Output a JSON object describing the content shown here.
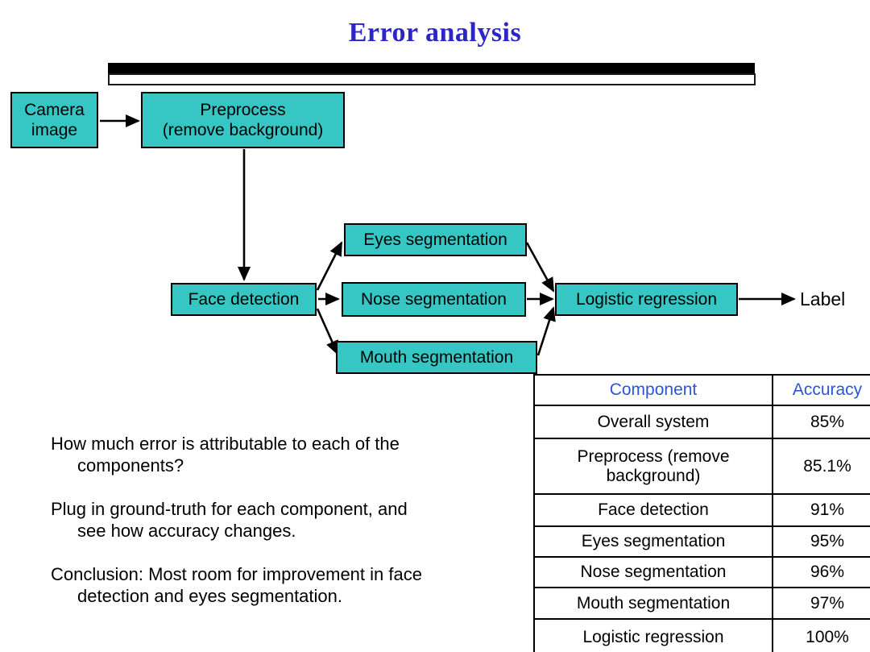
{
  "slide": {
    "title": "Error analysis"
  },
  "colors": {
    "node_fill": "#36c7c5",
    "node_border": "#000000",
    "title_text": "#2c26c9",
    "table_header_text": "#2c55d4",
    "body_text": "#000000"
  },
  "flowchart": {
    "nodes": {
      "camera": {
        "line1": "Camera",
        "line2": "image"
      },
      "preprocess": {
        "line1": "Preprocess",
        "line2": "(remove background)"
      },
      "face": {
        "label": "Face detection"
      },
      "eyes": {
        "label": "Eyes segmentation"
      },
      "nose": {
        "label": "Nose segmentation"
      },
      "mouth": {
        "label": "Mouth segmentation"
      },
      "logistic": {
        "label": "Logistic regression"
      }
    },
    "output_label": "Label"
  },
  "notes": {
    "p1": {
      "line1": "How much error is attributable to each of the",
      "line2": "components?"
    },
    "p2": {
      "line1": "Plug in ground-truth for each component, and",
      "line2": "see how accuracy changes."
    },
    "p3": {
      "line1": "Conclusion: Most room for improvement in face",
      "line2": "detection and eyes segmentation."
    }
  },
  "table": {
    "headers": {
      "component": "Component",
      "accuracy": "Accuracy"
    },
    "rows": [
      {
        "component": "Overall system",
        "accuracy": "85%"
      },
      {
        "component": "Preprocess (remove background)",
        "accuracy": "85.1%"
      },
      {
        "component": "Face detection",
        "accuracy": "91%"
      },
      {
        "component": "Eyes segmentation",
        "accuracy": "95%"
      },
      {
        "component": "Nose segmentation",
        "accuracy": "96%"
      },
      {
        "component": "Mouth segmentation",
        "accuracy": "97%"
      },
      {
        "component": "Logistic regression",
        "accuracy": "100%"
      }
    ]
  }
}
